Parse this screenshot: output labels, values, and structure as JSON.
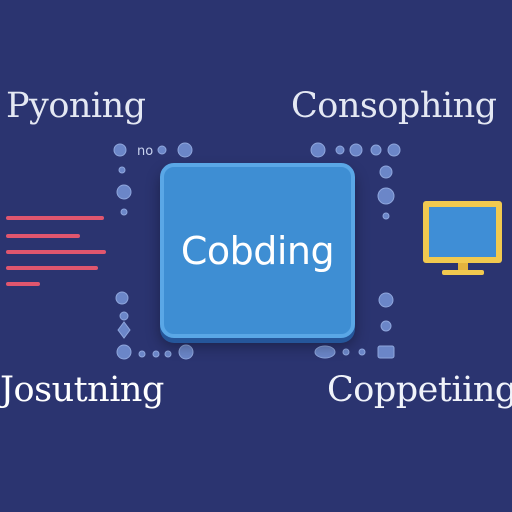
{
  "diagram": {
    "center_label": "Cobding",
    "corner_labels": {
      "top_left": "Pyoning",
      "top_right": "Consophing",
      "bottom_left": "Josutning",
      "bottom_right": "Coppetiing"
    }
  },
  "colors": {
    "background": "#2b3470",
    "center_box": "#3e8ed3",
    "accent_lines": "#e0566e",
    "monitor_frame": "#f1c94f",
    "monitor_screen": "#3f8ed6",
    "small_icons": "#6b86c8"
  },
  "icons": {
    "left": "code-lines-icon",
    "right": "monitor-icon"
  }
}
